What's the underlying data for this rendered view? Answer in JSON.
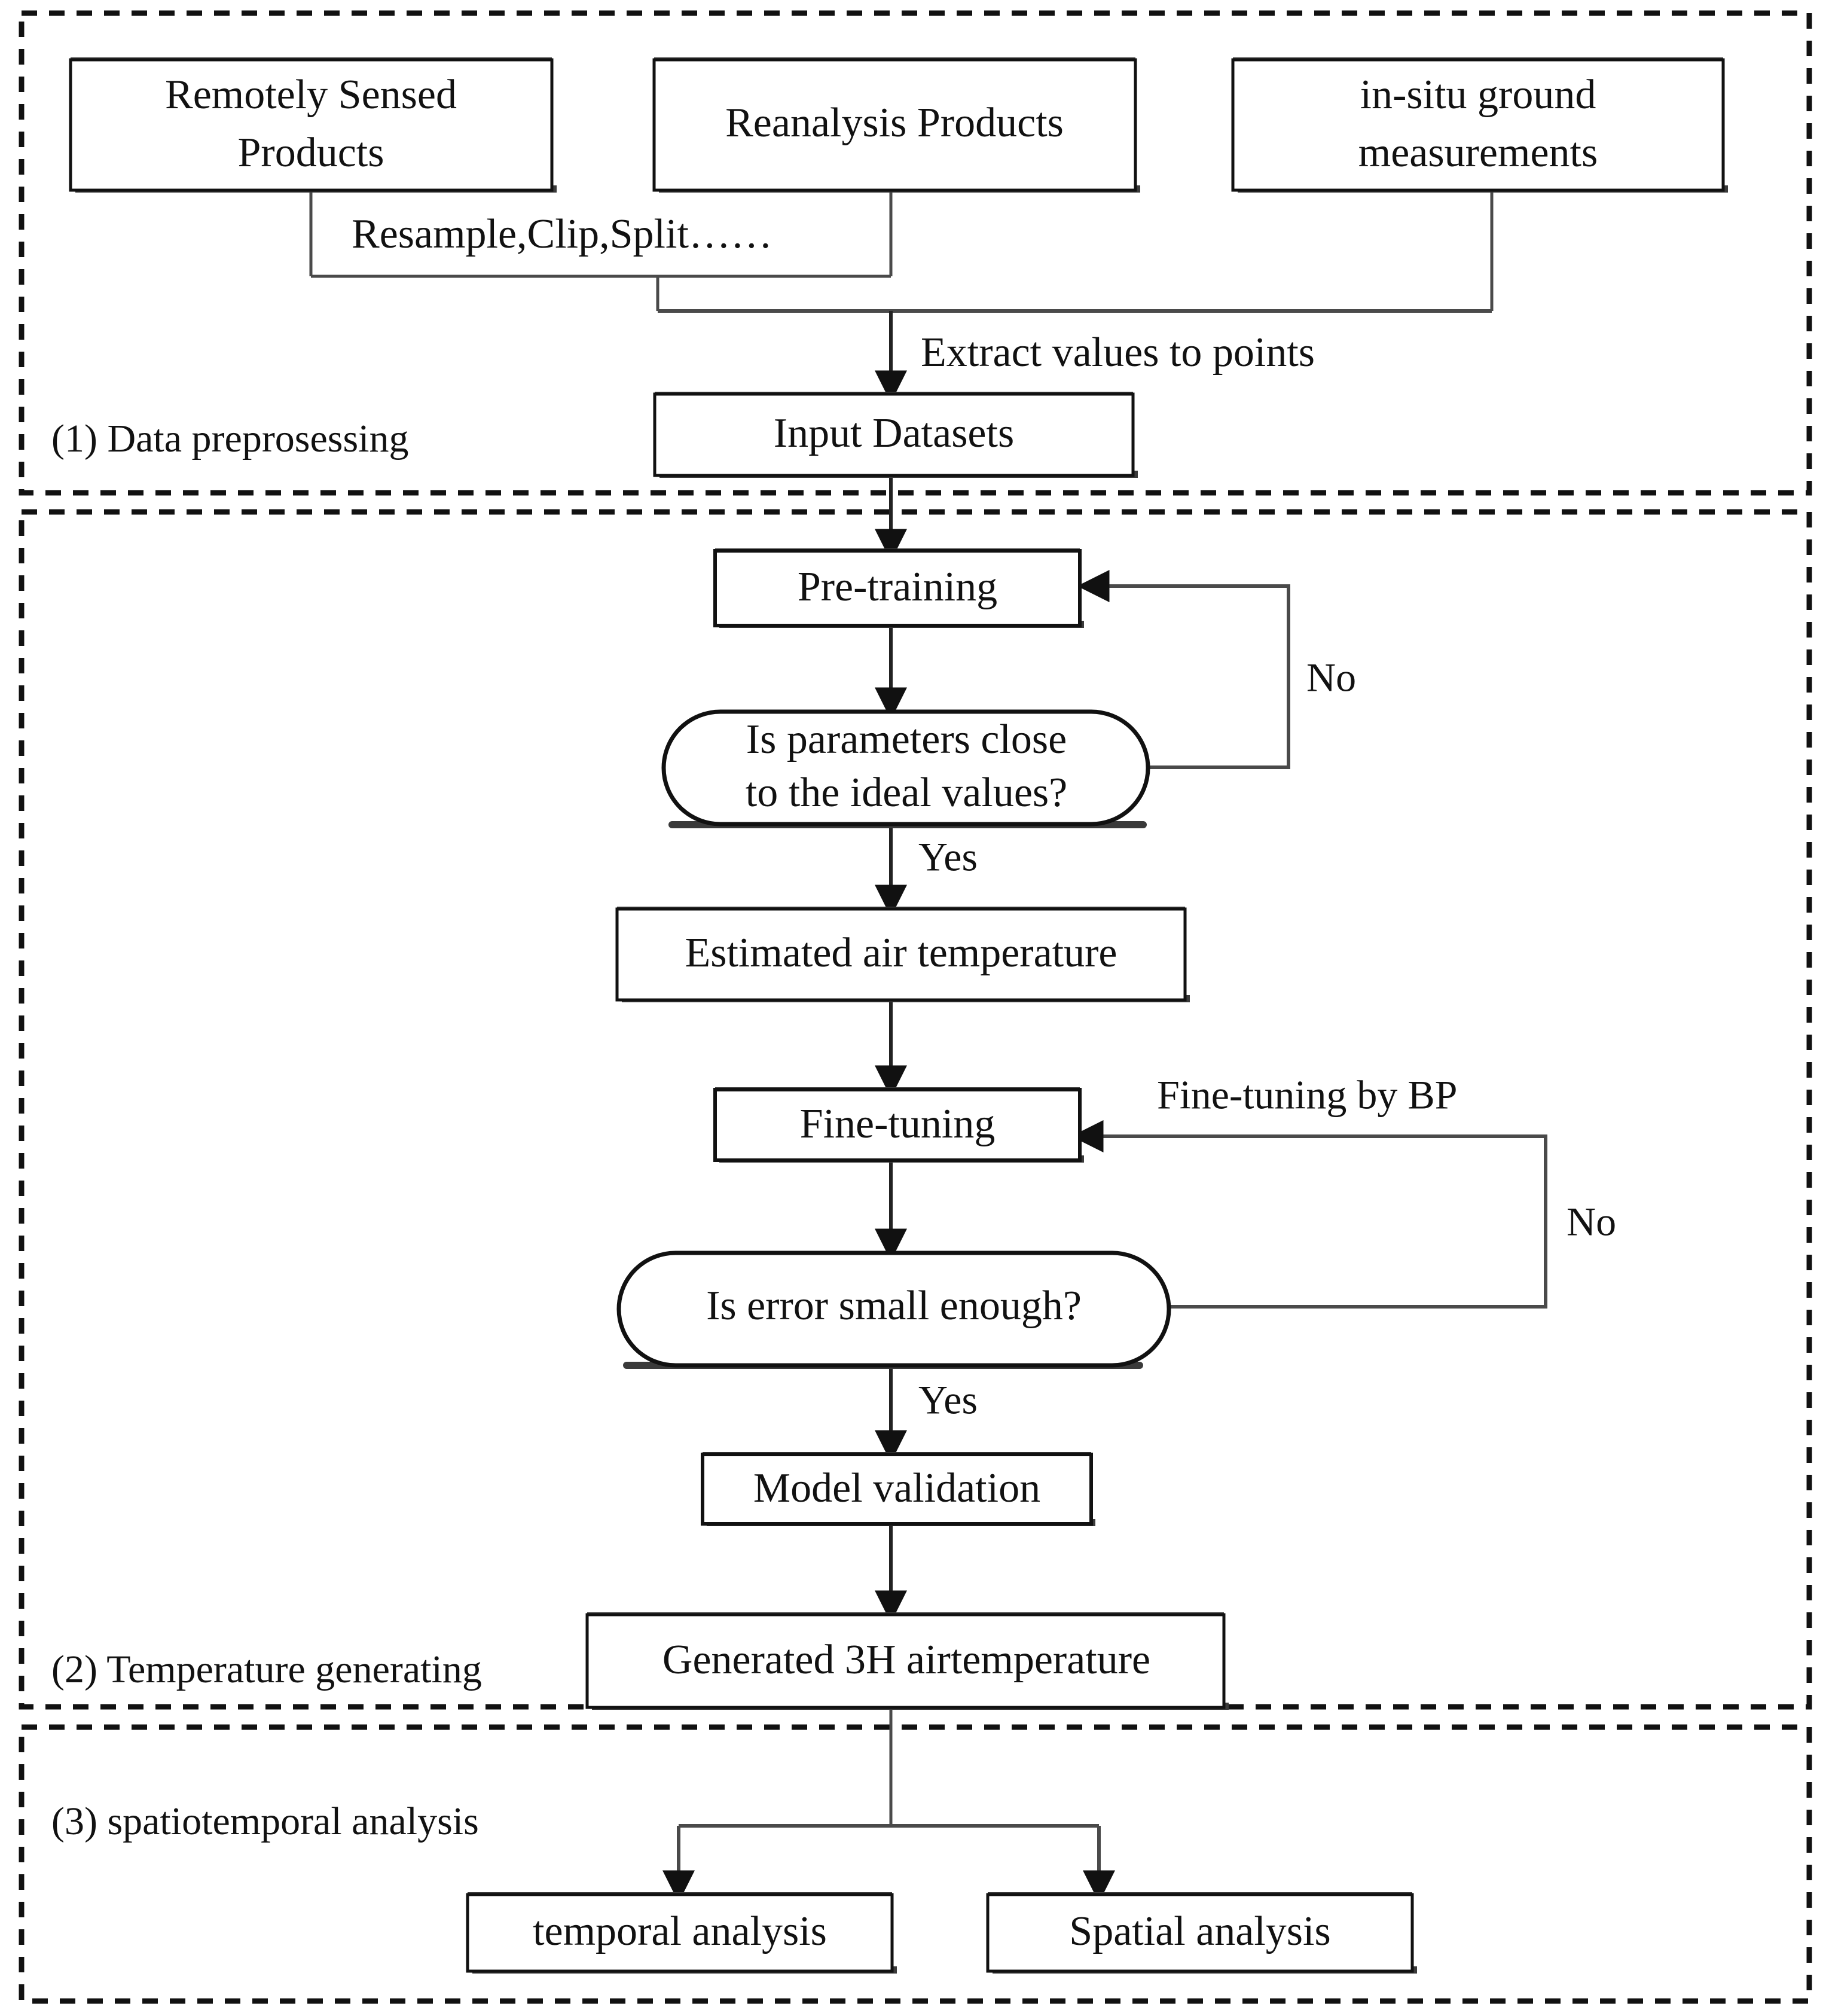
{
  "diagram": {
    "title_present": false,
    "sections": [
      {
        "id": "s1",
        "label": "(1) Data preprosessing"
      },
      {
        "id": "s2",
        "label": "(2) Temperature generating"
      },
      {
        "id": "s3",
        "label": "(3) spatiotemporal analysis"
      }
    ],
    "nodes": {
      "remotely_sensed": {
        "label_line1": "Remotely Sensed",
        "label_line2": "Products"
      },
      "reanalysis": {
        "label": "Reanalysis Products"
      },
      "in_situ": {
        "label_line1": "in-situ ground",
        "label_line2": "measurements"
      },
      "input_datasets": {
        "label": "Input Datasets"
      },
      "pre_training": {
        "label": "Pre-training"
      },
      "decision_params": {
        "label_line1": "Is parameters close",
        "label_line2": "to the ideal values?"
      },
      "estimated_air_temp": {
        "label": "Estimated air temperature"
      },
      "fine_tuning": {
        "label": "Fine-tuning"
      },
      "decision_error": {
        "label": "Is error small enough?"
      },
      "model_validation": {
        "label": "Model validation"
      },
      "generated_3h": {
        "label": "Generated 3H airtemperature"
      },
      "temporal_analysis": {
        "label": "temporal analysis"
      },
      "spatial_analysis": {
        "label": "Spatial analysis"
      }
    },
    "edge_labels": {
      "resample": "Resample,Clip,Split……",
      "extract": "Extract values to points",
      "no_1": "No",
      "yes_1": "Yes",
      "fine_tuning_by_bp": "Fine-tuning by BP",
      "no_2": "No",
      "yes_2": "Yes"
    },
    "colors": {
      "ink": "#111111",
      "connector": "#4a4a4a",
      "shadow": "#3a3a3a",
      "background": "#ffffff"
    }
  },
  "chart_data": {
    "type": "flowchart",
    "title": "Methodology flowchart for 3-hourly air temperature generation",
    "sections": [
      {
        "name": "(1) Data preprosessing",
        "nodes": [
          "Remotely Sensed Products",
          "Reanalysis Products",
          "in-situ ground measurements",
          "Input Datasets"
        ]
      },
      {
        "name": "(2) Temperature generating",
        "nodes": [
          "Pre-training",
          "Is parameters close to the ideal values?",
          "Estimated air temperature",
          "Fine-tuning",
          "Is error small enough?",
          "Model validation",
          "Generated 3H airtemperature"
        ]
      },
      {
        "name": "(3) spatiotemporal analysis",
        "nodes": [
          "temporal analysis",
          "Spatial analysis"
        ]
      }
    ],
    "edges": [
      {
        "from": "Remotely Sensed Products",
        "to": "Input Datasets",
        "label": "Resample,Clip,Split……"
      },
      {
        "from": "Reanalysis Products",
        "to": "Input Datasets",
        "label": "Resample,Clip,Split……"
      },
      {
        "from": "in-situ ground measurements",
        "to": "Input Datasets",
        "label": "Extract values to points"
      },
      {
        "from": "Input Datasets",
        "to": "Pre-training",
        "label": ""
      },
      {
        "from": "Pre-training",
        "to": "Is parameters close to the ideal values?",
        "label": ""
      },
      {
        "from": "Is parameters close to the ideal values?",
        "to": "Pre-training",
        "label": "No"
      },
      {
        "from": "Is parameters close to the ideal values?",
        "to": "Estimated air temperature",
        "label": "Yes"
      },
      {
        "from": "Estimated air temperature",
        "to": "Fine-tuning",
        "label": ""
      },
      {
        "from": "Fine-tuning",
        "to": "Is error small enough?",
        "label": ""
      },
      {
        "from": "Is error small enough?",
        "to": "Fine-tuning",
        "label": "No / Fine-tuning by BP"
      },
      {
        "from": "Is error small enough?",
        "to": "Model validation",
        "label": "Yes"
      },
      {
        "from": "Model validation",
        "to": "Generated 3H airtemperature",
        "label": ""
      },
      {
        "from": "Generated 3H airtemperature",
        "to": "temporal analysis",
        "label": ""
      },
      {
        "from": "Generated 3H airtemperature",
        "to": "Spatial analysis",
        "label": ""
      }
    ]
  }
}
